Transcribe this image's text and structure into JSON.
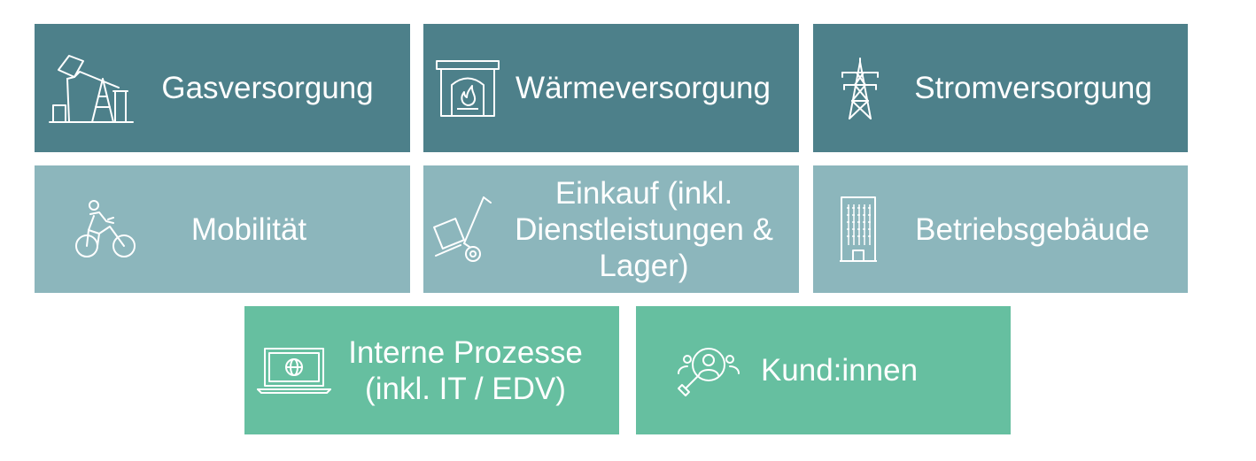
{
  "colors": {
    "row1": "#4d808a",
    "row2": "#8cb6bc",
    "row3": "#66bfa0",
    "text": "#ffffff"
  },
  "tiles": [
    {
      "icon": "oil-pumpjack-icon",
      "lines": [
        "Gasversorgung"
      ]
    },
    {
      "icon": "fireplace-icon",
      "lines": [
        "Wärmeversorgung"
      ]
    },
    {
      "icon": "power-pylon-icon",
      "lines": [
        "Stromversorgung"
      ]
    },
    {
      "icon": "cyclist-icon",
      "lines": [
        "Mobilität"
      ]
    },
    {
      "icon": "hand-truck-icon",
      "lines": [
        "Einkauf (inkl.",
        "Dienstleistungen &",
        "Lager)"
      ]
    },
    {
      "icon": "office-building-icon",
      "lines": [
        "Betriebsgebäude"
      ]
    },
    {
      "icon": "laptop-globe-icon",
      "lines": [
        "Interne Prozesse",
        "(inkl. IT / EDV)"
      ]
    },
    {
      "icon": "customer-search-icon",
      "lines": [
        "Kund:innen"
      ]
    }
  ]
}
